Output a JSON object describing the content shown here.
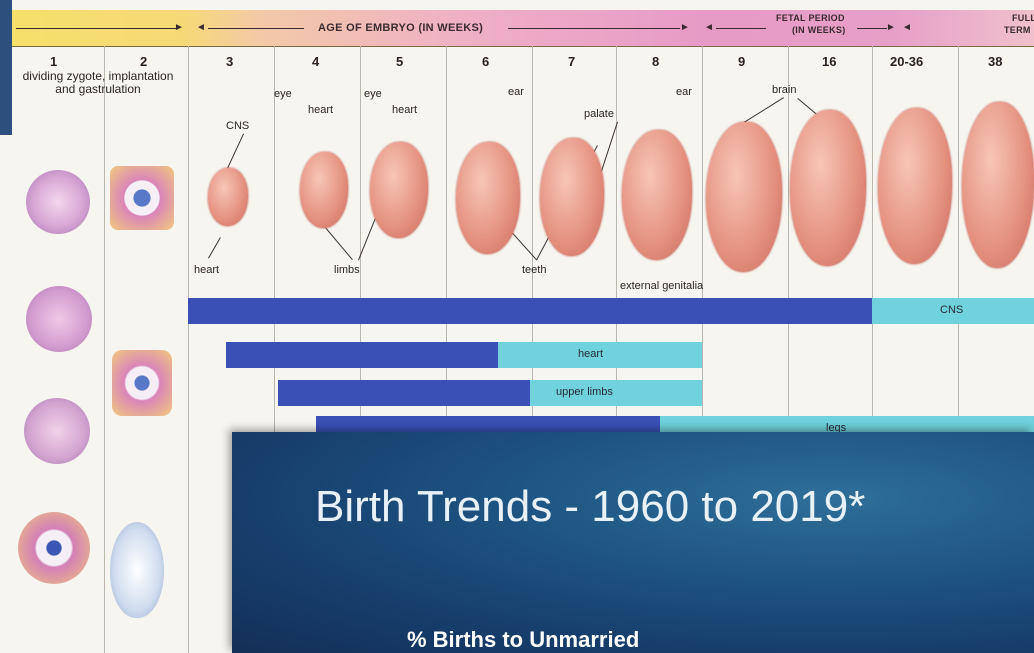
{
  "banner": {
    "age_label": "AGE OF EMBRYO (IN WEEKS)",
    "fetal_label_1": "FETAL PERIOD",
    "fetal_label_2": "(IN WEEKS)",
    "full_term_1": "FULL",
    "full_term_2": "TERM"
  },
  "weeks": [
    "1",
    "2",
    "3",
    "4",
    "5",
    "6",
    "7",
    "8",
    "9",
    "16",
    "20-36",
    "38"
  ],
  "labels": {
    "early": "dividing zygote, implantation and gastrulation",
    "cns": "CNS",
    "eye1": "eye",
    "heart1": "heart",
    "eye2": "eye",
    "heart2": "heart",
    "ear1": "ear",
    "palate": "palate",
    "ear2": "ear",
    "brain": "brain",
    "heart_bottom": "heart",
    "limbs": "limbs",
    "teeth": "teeth",
    "external_genitalia": "external genitalia"
  },
  "bars": {
    "cns": "CNS",
    "heart": "heart",
    "upper_limbs": "upper limbs",
    "lower_limbs": "legs"
  },
  "slide": {
    "title": "Birth Trends - 1960 to 2019*",
    "subtitle": "% Births to Unmarried"
  },
  "colors": {
    "bar_dark": "#3a50b6",
    "bar_light": "#6fd2dc",
    "slide_bg": "#1f5684"
  }
}
